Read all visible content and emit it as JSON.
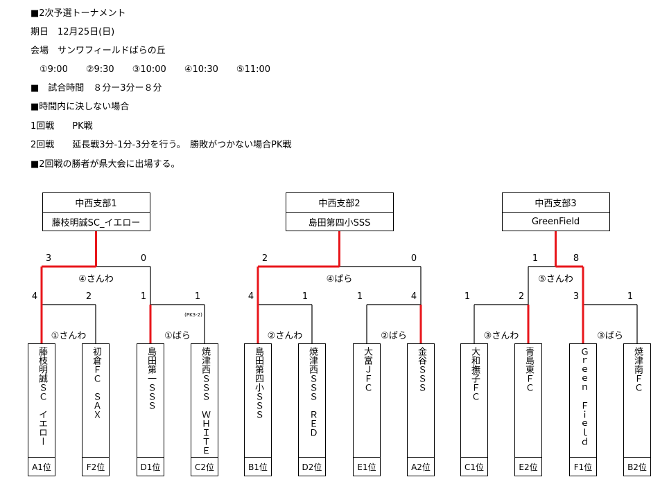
{
  "info": {
    "l1": "■2次予選トーナメント",
    "l2": "期日　12月25日(日)",
    "l3": "会場　サンワフィールドばらの丘",
    "l4": "　①9:00　　②9:30　　③10:00　　④10:30　　⑤11:00",
    "l5": "■　試合時間　８分ー3分ー８分",
    "l6": "■時間内に決しない場合",
    "l7": "1回戦　　PK戦",
    "l8": "2回戦　　延長戦3分-1分-3分を行う。　勝敗がつかない場合PK戦",
    "l9": "■2回戦の勝者が県大会に出場する。"
  },
  "blocks": [
    {
      "title": "中西支部1",
      "winner": "藤枝明誠SC_イエロー",
      "final_venue": "④さんわ",
      "final_scores": [
        "3",
        "0"
      ],
      "r1": [
        {
          "venue": "①さんわ",
          "scores": [
            "4",
            "2"
          ],
          "pk": ""
        },
        {
          "venue": "①ばら",
          "scores": [
            "1",
            "1"
          ],
          "pk": "(PK3-2)"
        }
      ],
      "teams": [
        {
          "name": "藤枝明誠ＳＣ　イエロー",
          "rank": "A1位"
        },
        {
          "name": "初倉ＦＣ　ＳＡＸ",
          "rank": "F2位"
        },
        {
          "name": "島田第一ＳＳＳ",
          "rank": "D1位"
        },
        {
          "name": "焼津西ＳＳＳ　ＷＨＩＴＥ",
          "rank": "C2位"
        }
      ]
    },
    {
      "title": "中西支部2",
      "winner": "島田第四小SSS",
      "final_venue": "④ばら",
      "final_scores": [
        "2",
        "0"
      ],
      "r1": [
        {
          "venue": "②さんわ",
          "scores": [
            "4",
            "1"
          ],
          "pk": ""
        },
        {
          "venue": "②ばら",
          "scores": [
            "1",
            "4"
          ],
          "pk": ""
        }
      ],
      "teams": [
        {
          "name": "島田第四小ＳＳＳ",
          "rank": "B1位"
        },
        {
          "name": "焼津西ＳＳＳ　ＲＥＤ",
          "rank": "D2位"
        },
        {
          "name": "大富ＪＦＣ",
          "rank": "E1位"
        },
        {
          "name": "金谷ＳＳＳ",
          "rank": "A2位"
        }
      ]
    },
    {
      "title": "中西支部3",
      "winner": "GreenField",
      "final_venue": "⑤さんわ",
      "final_scores": [
        "1",
        "8"
      ],
      "r1": [
        {
          "venue": "③さんわ",
          "scores": [
            "1",
            "2"
          ],
          "pk": ""
        },
        {
          "venue": "③ばら",
          "scores": [
            "3",
            "1"
          ],
          "pk": ""
        }
      ],
      "teams": [
        {
          "name": "大和撫子ＦＣ",
          "rank": "C1位"
        },
        {
          "name": "青島東ＦＣ",
          "rank": "E2位"
        },
        {
          "name": "Ｇｒｅｅｎ　Ｆｉｅｌｄ",
          "rank": "F1位"
        },
        {
          "name": "焼津南ＦＣ",
          "rank": "B2位"
        }
      ]
    }
  ],
  "colors": {
    "winner_line": "#e8161b",
    "line": "#000000"
  }
}
